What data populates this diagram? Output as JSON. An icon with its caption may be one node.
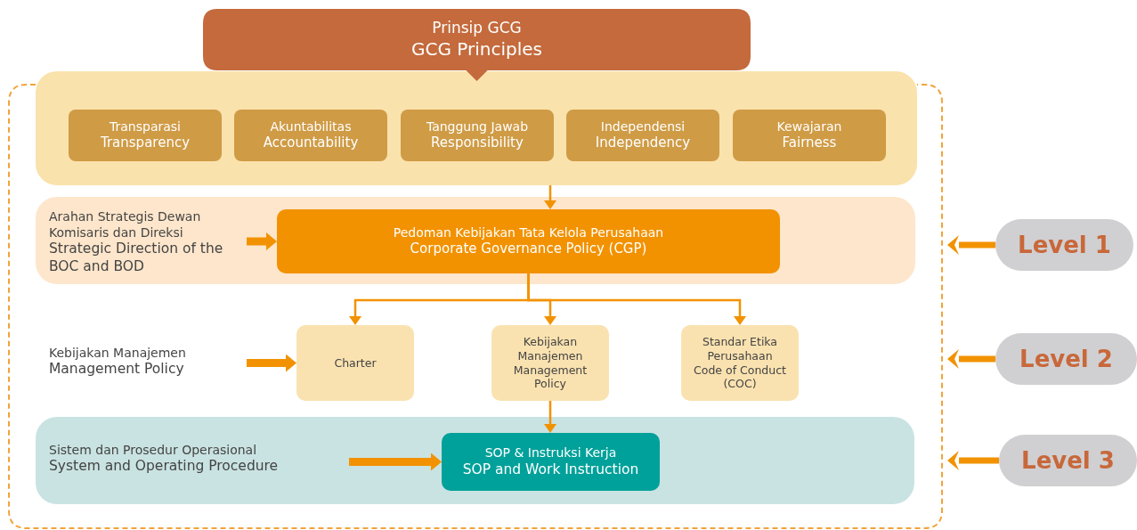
{
  "diagram": {
    "nodes": [
      {
        "text": [],
        "shape": "box"
      },
      {
        "text": [
          "Prinsip GCG",
          "GCG Principles"
        ]
      },
      {
        "text": [
          "Transparasi",
          "Transparency"
        ],
        "in": 0
      },
      {
        "text": [
          "Akuntabilitas",
          "Accountability"
        ],
        "in": 0
      },
      {
        "text": [
          "Tanggung Jawab",
          "Responsibility"
        ],
        "in": 0
      },
      {
        "text": [
          "Independensi",
          "Independency"
        ],
        "in": 0
      },
      {
        "text": [
          "Kewajaran",
          "Fairness"
        ],
        "in": 0
      },
      {
        "text": [],
        "shape": "box"
      },
      {
        "text": [
          "Arahan Strategis Dewan Komisaris dan Direksi",
          "Strategic Direction of the BOC and BOD"
        ],
        "in": 7
      },
      {
        "text": [
          "Pedoman Kebijakan Tata Kelola Perusahaan",
          "Corporate Governance Policy (CGP)"
        ],
        "in": 7
      },
      {
        "text": [
          "Kebijakan Manajemen",
          "Management Policy"
        ]
      },
      {
        "text": [
          "Charter"
        ]
      },
      {
        "text": [
          "Kebijakan Manajemen",
          "Management Policy"
        ]
      },
      {
        "text": [
          "Standar Etika Perusahaan",
          "Code of Conduct (COC)"
        ]
      },
      {
        "text": [],
        "shape": "box"
      },
      {
        "text": [
          "Sistem dan Prosedur Operasional",
          "System and Operating Procedure"
        ],
        "in": 14
      },
      {
        "text": [
          "SOP & Instruksi Kerja",
          "SOP and Work Instruction"
        ],
        "in": 14
      },
      {
        "text": [
          "Level 1"
        ]
      },
      {
        "text": [
          "Level 2"
        ]
      },
      {
        "text": [
          "Level 3"
        ]
      }
    ],
    "edges": [
      {
        "from": 0,
        "to": 9,
        "arrow": "to"
      },
      {
        "from": 8,
        "to": 9,
        "arrow": "to"
      },
      {
        "from": 9,
        "to": 11,
        "arrow": "to"
      },
      {
        "from": 9,
        "to": 12,
        "arrow": "to"
      },
      {
        "from": 9,
        "to": 13,
        "arrow": "to"
      },
      {
        "from": 10,
        "to": 11,
        "arrow": "to"
      },
      {
        "from": 12,
        "to": 16,
        "arrow": "to"
      },
      {
        "from": 15,
        "to": 16,
        "arrow": "to"
      },
      {
        "from": 17,
        "to": null,
        "arrow": "to"
      },
      {
        "from": 18,
        "to": null,
        "arrow": "to"
      },
      {
        "from": 19,
        "to": null,
        "arrow": "to"
      }
    ]
  }
}
